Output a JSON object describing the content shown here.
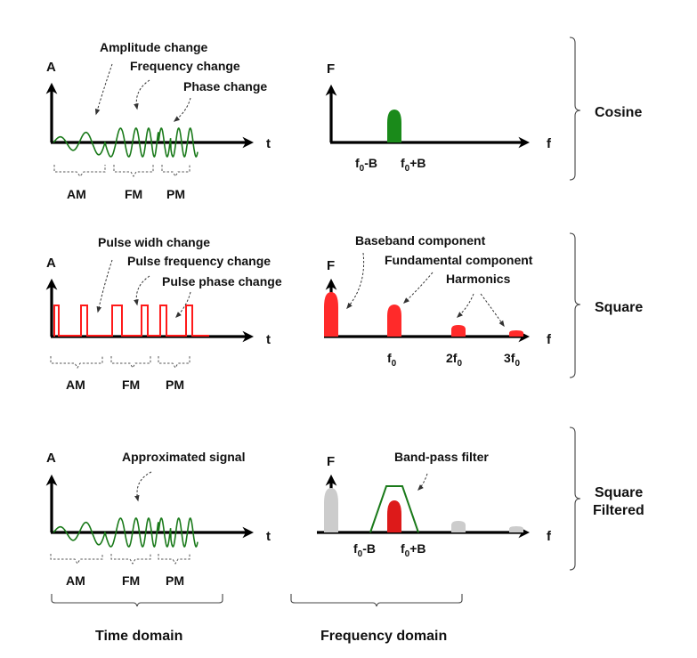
{
  "rows": [
    {
      "label": "Cosine",
      "time": {
        "y_axis": "A",
        "x_axis": "t",
        "annotations": [
          "Amplitude change",
          "Frequency change",
          "Phase change"
        ],
        "segments": [
          "AM",
          "FM",
          "PM"
        ]
      },
      "freq": {
        "y_axis": "F",
        "x_axis": "f",
        "tick_labels": [
          {
            "base": "f",
            "sub": "0",
            "suffix": "-B"
          },
          {
            "base": "f",
            "sub": "0",
            "suffix": "+B"
          }
        ]
      }
    },
    {
      "label": "Square",
      "time": {
        "y_axis": "A",
        "x_axis": "t",
        "annotations": [
          "Pulse widh change",
          "Pulse frequency change",
          "Pulse phase change"
        ],
        "segments": [
          "AM",
          "FM",
          "PM"
        ]
      },
      "freq": {
        "y_axis": "F",
        "x_axis": "f",
        "annotations": [
          "Baseband component",
          "Fundamental component",
          "Harmonics"
        ],
        "tick_labels": [
          {
            "prefix": "",
            "base": "f",
            "sub": "0"
          },
          {
            "prefix": "2",
            "base": "f",
            "sub": "0"
          },
          {
            "prefix": "3",
            "base": "f",
            "sub": "0"
          }
        ]
      }
    },
    {
      "label_lines": [
        "Square",
        "Filtered"
      ],
      "time": {
        "y_axis": "A",
        "x_axis": "t",
        "annotations": [
          "Approximated signal"
        ],
        "segments": [
          "AM",
          "FM",
          "PM"
        ]
      },
      "freq": {
        "y_axis": "F",
        "x_axis": "f",
        "annotations": [
          "Band-pass filter"
        ],
        "tick_labels": [
          {
            "base": "f",
            "sub": "0",
            "suffix": "-B"
          },
          {
            "base": "f",
            "sub": "0",
            "suffix": "+B"
          }
        ]
      }
    }
  ],
  "columns": [
    "Time domain",
    "Frequency domain"
  ],
  "colors": {
    "cosine_wave": "#1a7a1a",
    "square_wave": "#ff1a1a",
    "cosine_spectrum": "#1a8a1a",
    "square_spectrum": "#ff2a2a",
    "filtered_peak": "#dd1a1a",
    "suppressed_peak": "#cccccc",
    "filter_outline": "#1a7a1a",
    "axis": "#000000"
  }
}
